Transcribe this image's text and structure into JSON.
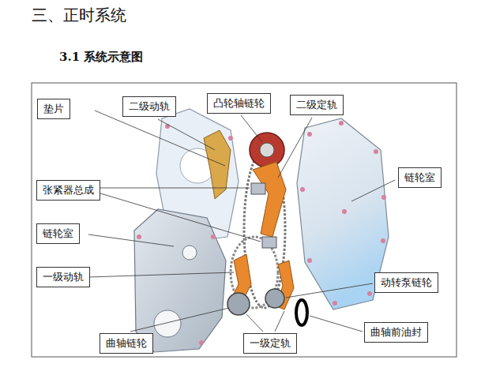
{
  "diagram": {
    "title": "三、正时系统",
    "nodes": [
      {
        "text": [
          "垫片"
        ]
      },
      {
        "text": [
          "二级动轨"
        ]
      },
      {
        "text": [
          "凸轮轴链轮"
        ]
      },
      {
        "text": [
          "二级定轨"
        ]
      },
      {
        "text": [
          "链轮室"
        ]
      },
      {
        "text": [
          "张紧器总成"
        ]
      },
      {
        "text": [
          "链轮室"
        ]
      },
      {
        "text": [
          "一级动轨"
        ]
      },
      {
        "text": [
          "动转泵链轮"
        ]
      },
      {
        "text": [
          "曲轴链轮"
        ]
      },
      {
        "text": [
          "一级定轨"
        ]
      },
      {
        "text": [
          "曲轴前油封"
        ]
      }
    ],
    "labels": [
      "3.1 系统示意图"
    ]
  }
}
